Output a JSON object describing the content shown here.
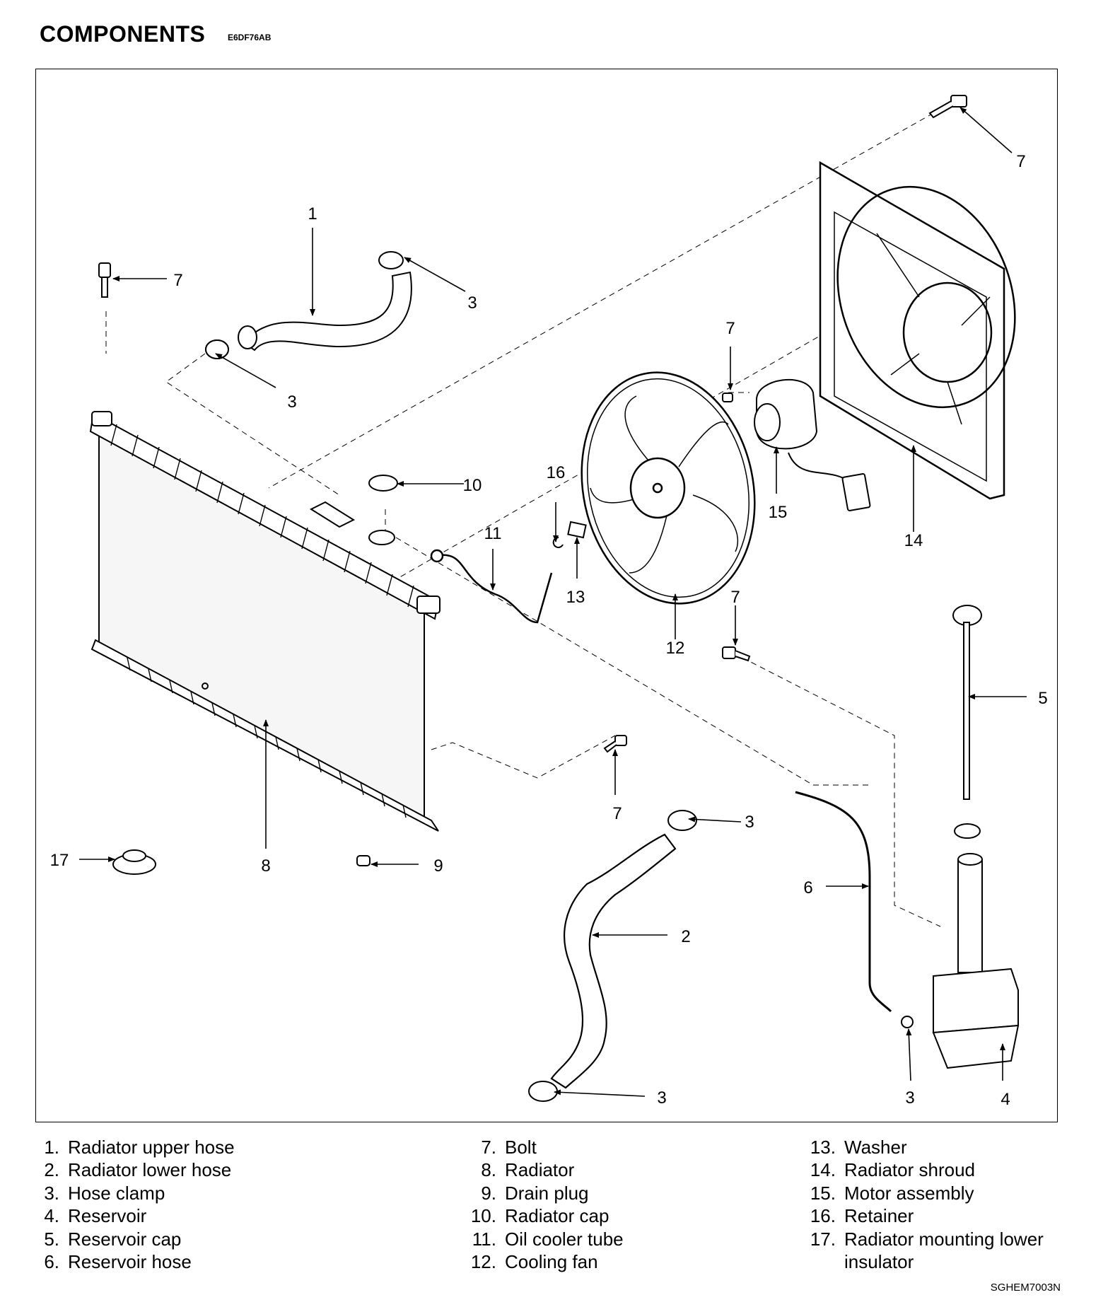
{
  "header": {
    "title": "COMPONENTS",
    "code": "E6DF76AB"
  },
  "callouts": {
    "c1": "1",
    "c2": "2",
    "c3a": "3",
    "c3b": "3",
    "c3c": "3",
    "c3d": "3",
    "c3e": "3",
    "c4": "4",
    "c5": "5",
    "c6": "6",
    "c7a": "7",
    "c7b": "7",
    "c7c": "7",
    "c7d": "7",
    "c7e": "7",
    "c8": "8",
    "c9": "9",
    "c10": "10",
    "c11": "11",
    "c12": "12",
    "c13": "13",
    "c14": "14",
    "c15": "15",
    "c16": "16",
    "c17": "17"
  },
  "legend": {
    "col1": [
      {
        "num": "1.",
        "label": "Radiator upper hose"
      },
      {
        "num": "2.",
        "label": "Radiator lower hose"
      },
      {
        "num": "3.",
        "label": "Hose clamp"
      },
      {
        "num": "4.",
        "label": "Reservoir"
      },
      {
        "num": "5.",
        "label": "Reservoir cap"
      },
      {
        "num": "6.",
        "label": "Reservoir hose"
      }
    ],
    "col2": [
      {
        "num": "7.",
        "label": "Bolt"
      },
      {
        "num": "8.",
        "label": "Radiator"
      },
      {
        "num": "9.",
        "label": "Drain plug"
      },
      {
        "num": "10.",
        "label": "Radiator cap"
      },
      {
        "num": "11.",
        "label": "Oil cooler tube"
      },
      {
        "num": "12.",
        "label": "Cooling fan"
      }
    ],
    "col3": [
      {
        "num": "13.",
        "label": "Washer"
      },
      {
        "num": "14.",
        "label": "Radiator shroud"
      },
      {
        "num": "15.",
        "label": "Motor assembly"
      },
      {
        "num": "16.",
        "label": "Retainer"
      },
      {
        "num": "17.",
        "label": "Radiator mounting lower"
      }
    ],
    "col3_continuation": "insulator"
  },
  "figure_ref": "SGHEM7003N"
}
